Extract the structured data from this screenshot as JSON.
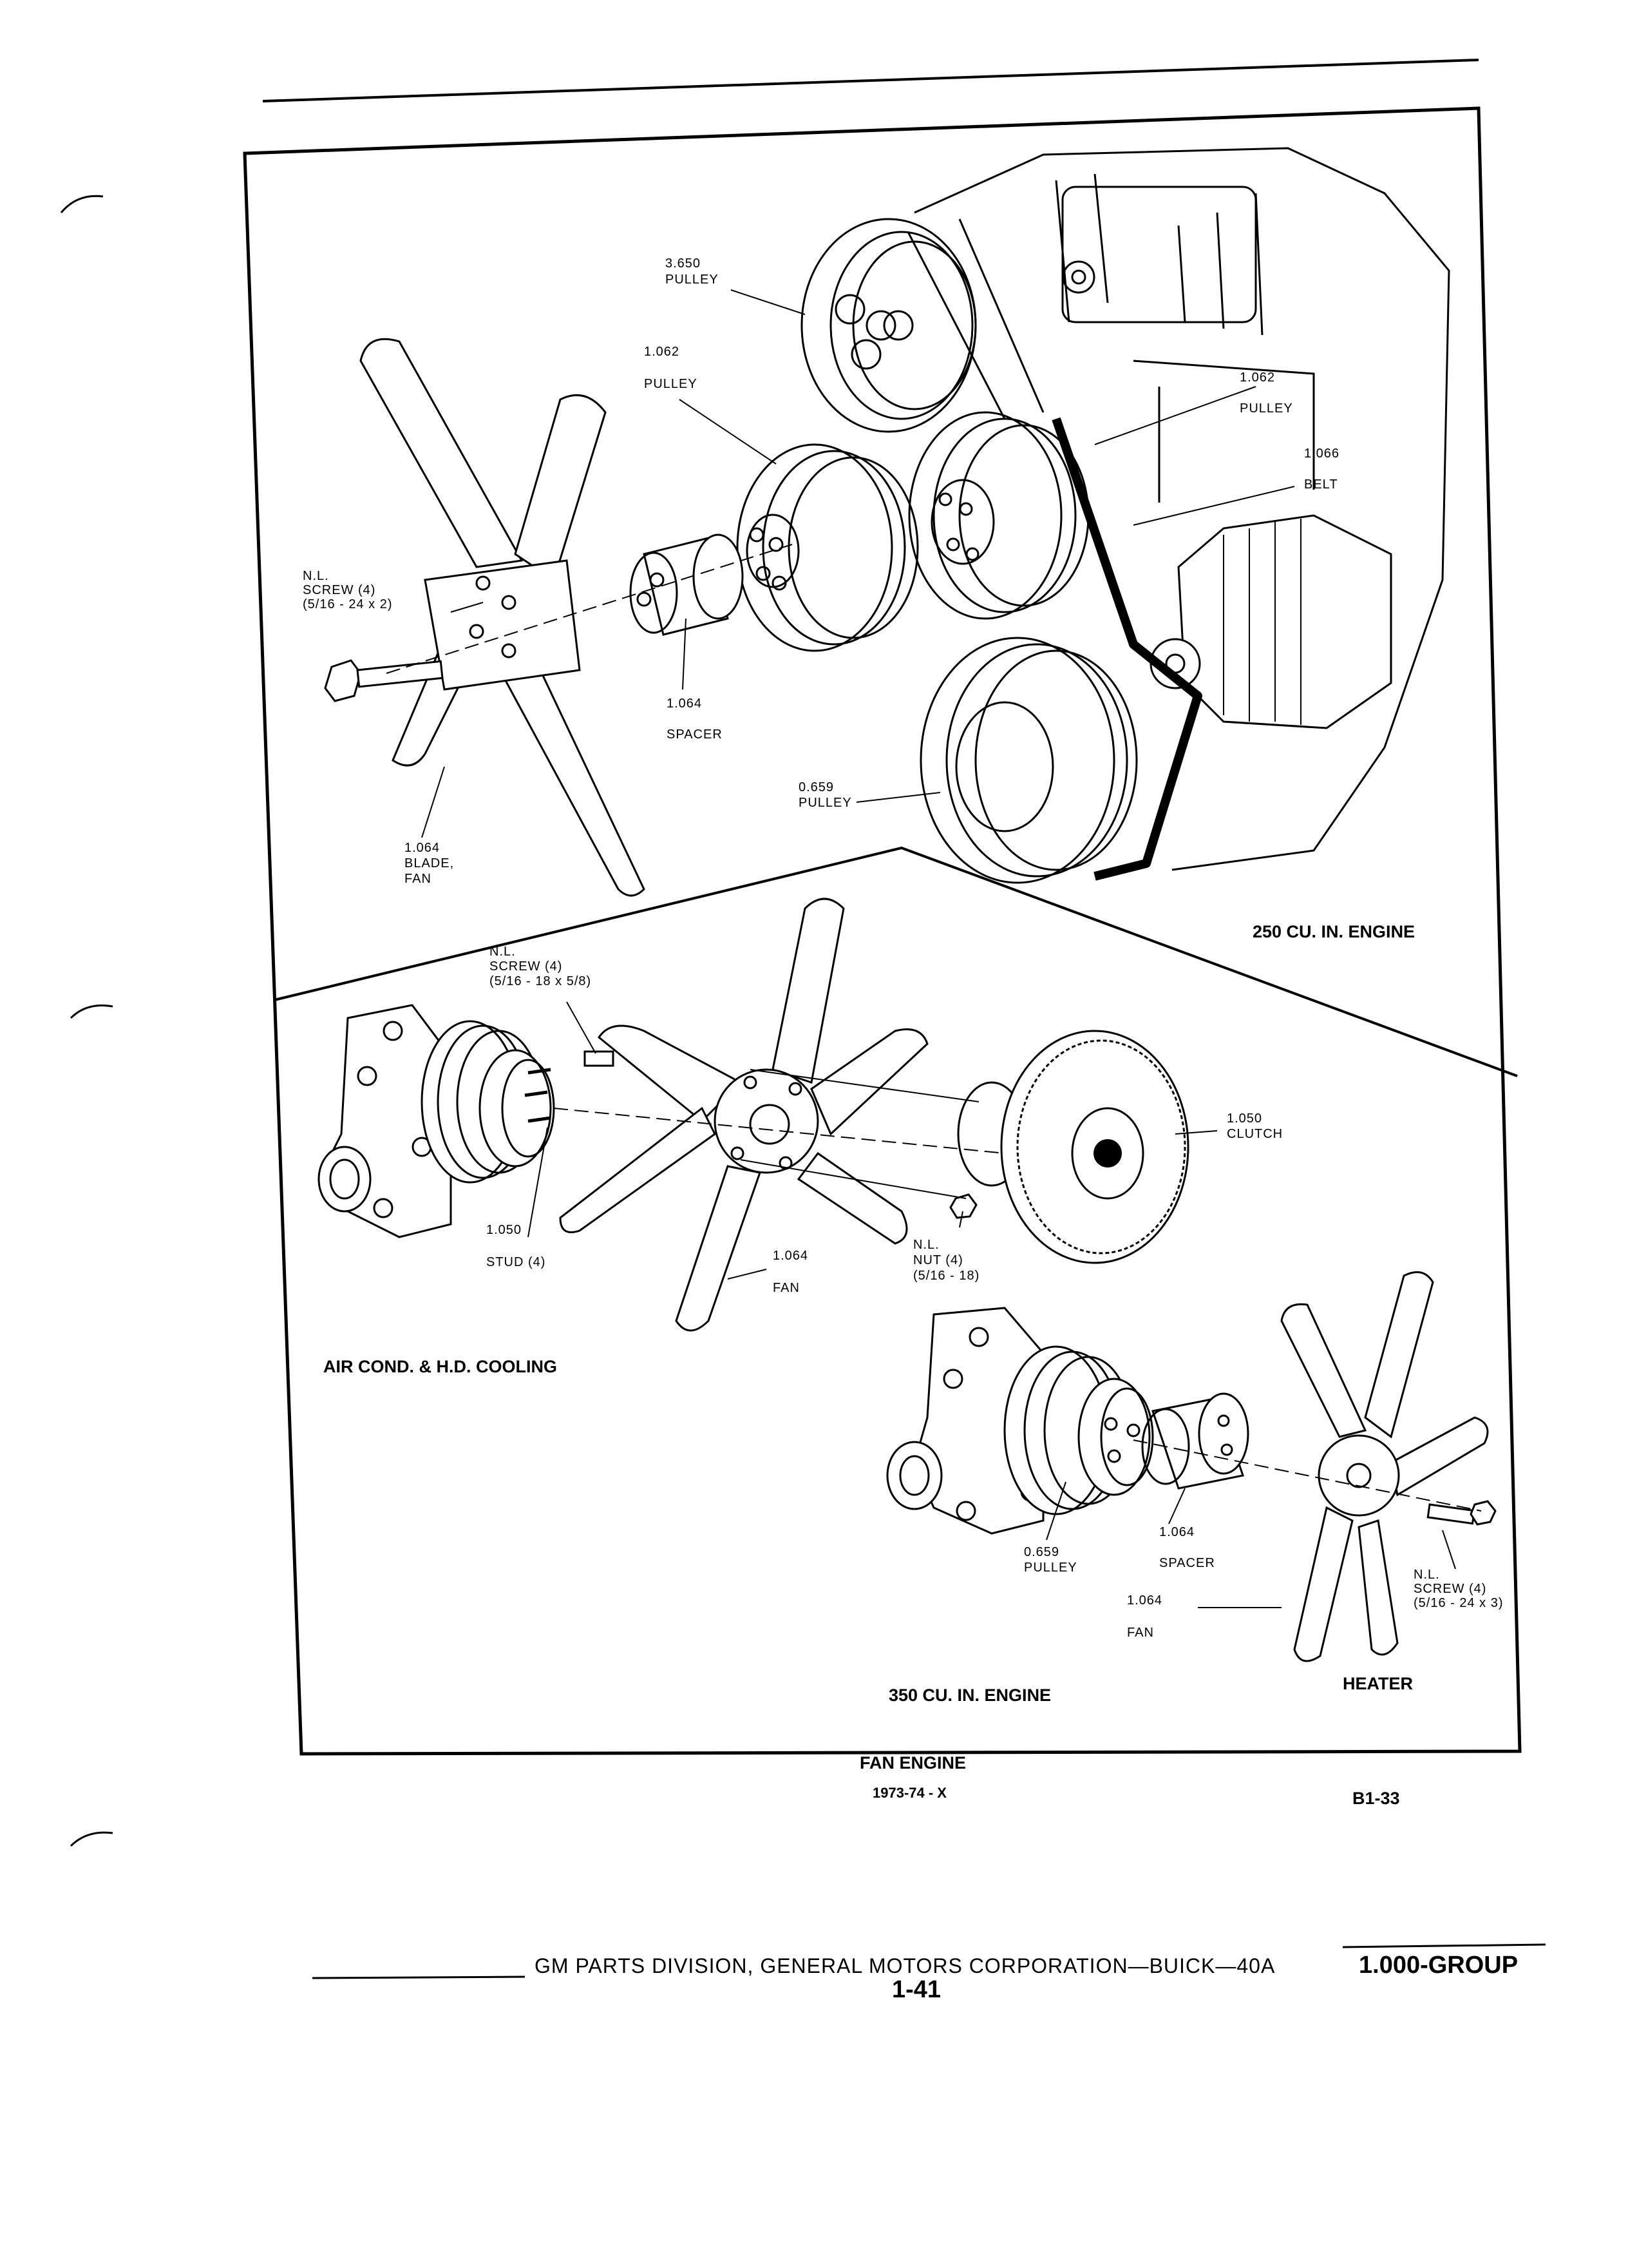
{
  "panels": {
    "top": {
      "engine_label": "250 CU. IN. ENGINE",
      "callouts": {
        "crank_pulley_top": [
          "3.650",
          "PULLEY"
        ],
        "pulley_left": [
          "1.062",
          "PULLEY"
        ],
        "pulley_right": [
          "1.062",
          "PULLEY"
        ],
        "belt": [
          "1.066",
          "BELT"
        ],
        "screw": [
          "N.L.",
          "SCREW (4)",
          "(5/16 - 24 x 2)"
        ],
        "spacer": [
          "1.064",
          "SPACER"
        ],
        "lower_pulley": [
          "0.659",
          "PULLEY"
        ],
        "fan_blade": [
          "1.064",
          "BLADE,",
          "FAN"
        ]
      }
    },
    "middle": {
      "section_label": "AIR COND. & H.D. COOLING",
      "callouts": {
        "screw": [
          "N.L.",
          "SCREW (4)",
          "(5/16 - 18 x 5/8)"
        ],
        "clutch": [
          "1.050",
          "CLUTCH"
        ],
        "stud": [
          "1.050",
          "STUD (4)"
        ],
        "fan": [
          "1.064",
          "FAN"
        ],
        "nut": [
          "N.L.",
          "NUT (4)",
          "(5/16 - 18)"
        ]
      }
    },
    "bottom": {
      "engine_label": "350 CU. IN. ENGINE",
      "section_label": "HEATER",
      "callouts": {
        "pulley": [
          "0.659",
          "PULLEY"
        ],
        "spacer": [
          "1.064",
          "SPACER"
        ],
        "fan": [
          "1.064",
          "FAN"
        ],
        "screw": [
          "N.L.",
          "SCREW (4)",
          "(5/16 - 24 x 3)"
        ]
      }
    }
  },
  "caption": {
    "title": "FAN ENGINE",
    "years": "1973-74 - X",
    "figure_code": "B1-33"
  },
  "footer": {
    "publisher": "GM PARTS DIVISION,  GENERAL MOTORS CORPORATION—BUICK—40A",
    "page_number": "1-41",
    "group": "1.000-GROUP"
  }
}
